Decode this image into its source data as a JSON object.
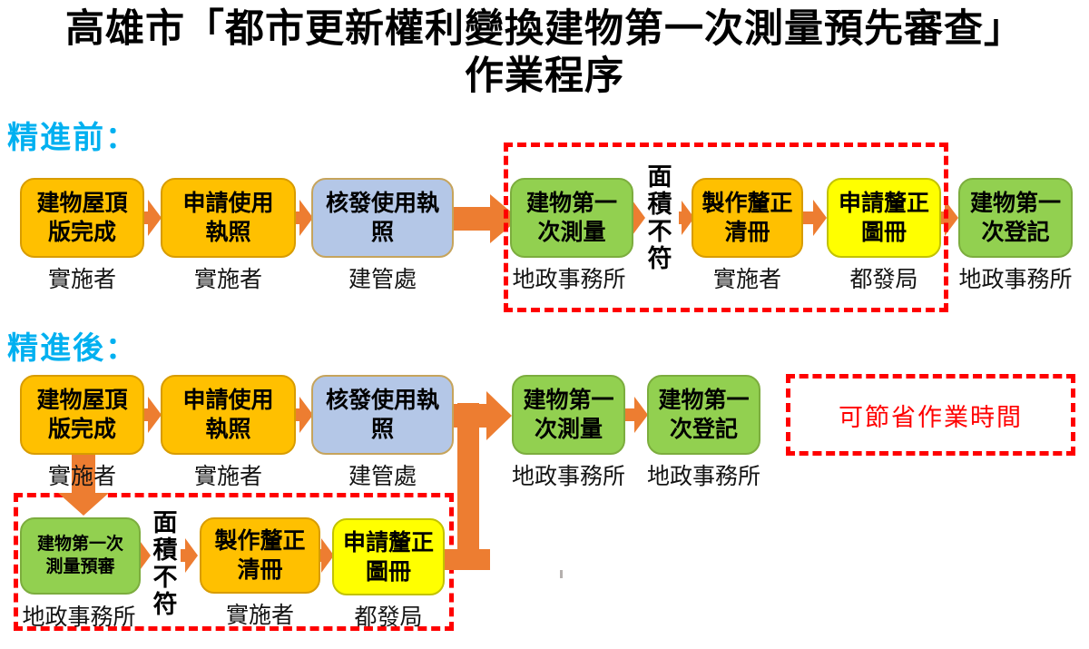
{
  "title": {
    "line1": "高雄市「都市更新權利變換建物第一次測量預先審查」",
    "line2": "作業程序"
  },
  "colors": {
    "heading_accent": "#00B0F0",
    "box_orange": "#FFC000",
    "box_blue": "#B4C7E7",
    "box_green": "#92D050",
    "box_yellow": "#FFFF00",
    "arrow_orange": "#ED7D31",
    "highlight_red": "#FF0000"
  },
  "before": {
    "heading": "精進前：",
    "steps": [
      {
        "label": "建物屋頂版完成",
        "org": "實施者"
      },
      {
        "label": "申請使用執照",
        "org": "實施者"
      },
      {
        "label": "核發使用執照",
        "org": "建管處"
      },
      {
        "label": "建物第一次測量",
        "org": "地政事務所"
      },
      {
        "label": "製作釐正清冊",
        "org": "實施者"
      },
      {
        "label": "申請釐正圖冊",
        "org": "都發局"
      },
      {
        "label": "建物第一次登記",
        "org": "地政事務所"
      }
    ],
    "mismatch": "面積不符"
  },
  "after": {
    "heading": "精進後：",
    "steps": [
      {
        "label": "建物屋頂版完成",
        "org": "實施者"
      },
      {
        "label": "申請使用執照",
        "org": "實施者"
      },
      {
        "label": "核發使用執照",
        "org": "建管處"
      },
      {
        "label": "建物第一次測量",
        "org": "地政事務所"
      },
      {
        "label": "建物第一次登記",
        "org": "地政事務所"
      }
    ],
    "sub_steps": [
      {
        "label": "建物第一次測量預審",
        "org": "地政事務所"
      },
      {
        "label": "製作釐正清冊",
        "org": "實施者"
      },
      {
        "label": "申請釐正圖冊",
        "org": "都發局"
      }
    ],
    "mismatch": "面積不符",
    "note": "可節省作業時間"
  }
}
